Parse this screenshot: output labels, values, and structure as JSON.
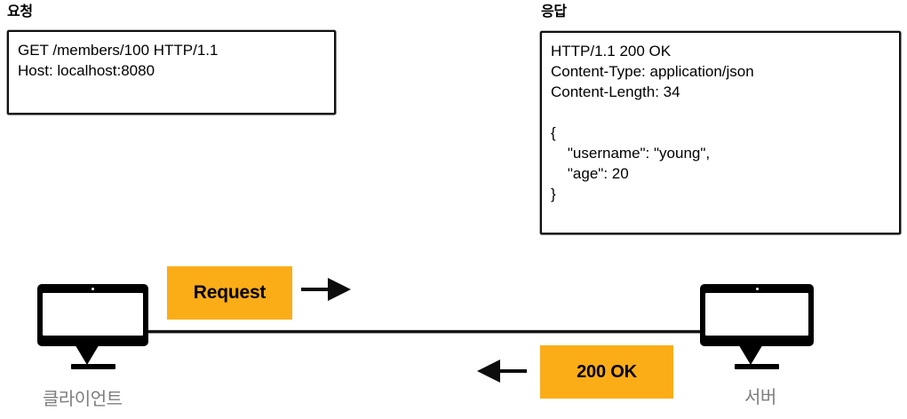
{
  "diagram": {
    "title": "HTTP Request / Response flow",
    "accent_color": "#FBAD18",
    "ink_color": "#000000",
    "label_color": "#7d7d7d"
  },
  "request_section": {
    "heading": "요청",
    "box_text": "GET /members/100 HTTP/1.1\nHost: localhost:8080",
    "lines": [
      "GET /members/100 HTTP/1.1",
      "Host: localhost:8080"
    ]
  },
  "response_section": {
    "heading": "응답",
    "box_text": "HTTP/1.1 200 OK\nContent-Type: application/json\nContent-Length: 34\n\n{\n    \"username\": \"young\",\n    \"age\": 20\n}",
    "lines": [
      "HTTP/1.1 200 OK",
      "Content-Type: application/json",
      "Content-Length: 34",
      "",
      "{",
      "    \"username\": \"young\",",
      "    \"age\": 20",
      "}"
    ]
  },
  "flow": {
    "client_label": "클라이언트",
    "server_label": "서버",
    "request_chip": "Request",
    "response_chip": "200 OK",
    "request_arrow_direction": "right",
    "response_arrow_direction": "left"
  }
}
